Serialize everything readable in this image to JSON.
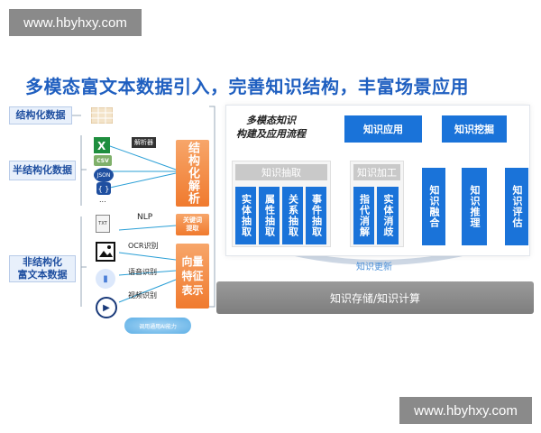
{
  "watermark_top": "www.hbyhxy.com",
  "watermark_bottom": "www.hbyhxy.com",
  "title": "多模态富文本数据引入，完善知识结构，丰富场景应用",
  "left": {
    "structured": "结构化数据",
    "semi_structured": "半结构化数据",
    "unstructured_line1": "非结构化",
    "unstructured_line2": "富文本数据"
  },
  "semi": {
    "parser_tag": "解析器",
    "csv": "CSV",
    "json": "JSON",
    "ellipsis": "..."
  },
  "unstructured": {
    "txt": "TXT",
    "nlp": "NLP",
    "ocr": "OCR识别",
    "speech": "语音识别",
    "video": "视频识别",
    "cloud": "调用通用AI能力"
  },
  "orange": {
    "structured_parse": "结构化解析",
    "keyword_line1": "关键词",
    "keyword_line2": "提取",
    "vector_line1": "向量",
    "vector_line2": "特征",
    "vector_line3": "表示"
  },
  "flow": {
    "title_line1": "多模态知识",
    "title_line2": "构建及应用流程",
    "knowledge_app": "知识应用",
    "knowledge_mining": "知识挖掘",
    "extraction_header": "知识抽取",
    "processing_header": "知识加工",
    "entity_extract": "实体抽取",
    "attr_extract": "属性抽取",
    "relation_extract": "关系抽取",
    "event_extract": "事件抽取",
    "coref": "指代消解",
    "entity_disamb": "实体消歧",
    "fusion": "知识融合",
    "reasoning": "知识推理",
    "evaluation": "知识评估",
    "update": "知识更新",
    "storage": "知识存储/知识计算"
  }
}
